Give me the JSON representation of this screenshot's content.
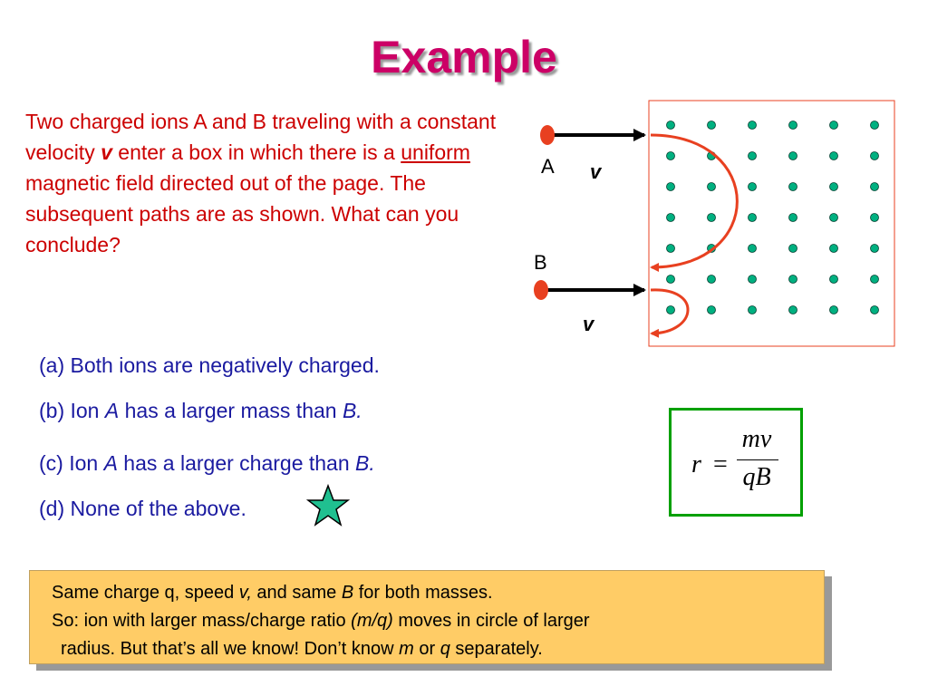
{
  "title": "Example",
  "intro": {
    "part1": "Two charged ions A and B traveling with a constant velocity ",
    "v": "v",
    "part2": " enter a box in which there is a ",
    "uniform": "uniform",
    "part3": " magnetic field directed out of the page. The subsequent paths are as shown. What can you conclude?"
  },
  "options": {
    "a": {
      "text": "(a) Both ions are negatively charged."
    },
    "b": {
      "pre": "(b) Ion ",
      "i1": "A",
      "mid": " has a larger mass than ",
      "i2": "B."
    },
    "c": {
      "pre": "(c) Ion ",
      "i1": "A",
      "mid": " has a larger charge than ",
      "i2": "B."
    },
    "d": {
      "text": "(d) None of the above."
    }
  },
  "diagram": {
    "label_a": "A",
    "label_b": "B",
    "velocity_a": "v",
    "velocity_b": "v"
  },
  "formula": {
    "lhs": "r",
    "eq": "=",
    "numerator": "mv",
    "denominator": "qB"
  },
  "note": {
    "l1_a": "Same charge q, speed ",
    "l1_v": "v,",
    "l1_b": " and same ",
    "l1_B": "B",
    "l1_c": " for both masses.",
    "l2_a": "So: ion with larger mass/charge ratio ",
    "l2_mq": "(m/q)",
    "l2_b": " moves in circle of larger",
    "l3_a": "radius. But that’s all we know! Don’t know ",
    "l3_m": "m",
    "l3_b": " or ",
    "l3_q": "q",
    "l3_c": " separately."
  },
  "colors": {
    "title": "#CC0066",
    "intro_text": "#CC0000",
    "options_text": "#1A1AA0",
    "field_dots": "#00B080",
    "ion": "#E84020",
    "path": "#E84020",
    "formula_border": "#00A000",
    "note_bg": "#FFCC66",
    "star": "#20C090"
  },
  "icons": {
    "star": "star-icon",
    "field": "dot-field-icon"
  }
}
